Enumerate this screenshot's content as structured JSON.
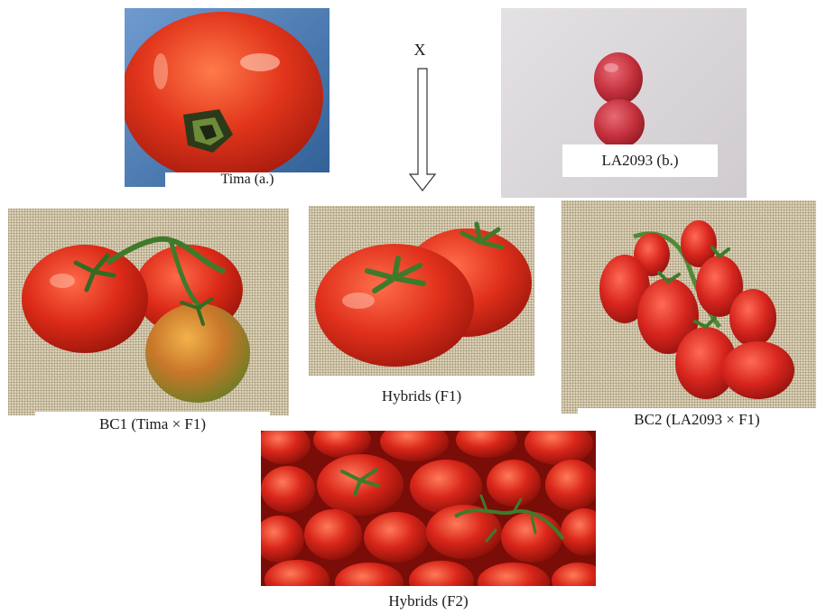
{
  "cross_symbol": "X",
  "panels": {
    "tima": {
      "label": "Tima (a.)"
    },
    "la2093": {
      "label": "LA2093 (b.)"
    },
    "bc1": {
      "label": "BC1 (Tima × F1)"
    },
    "f1": {
      "label": "Hybrids (F1)"
    },
    "bc2": {
      "label": "BC2 (LA2093 × F1)"
    },
    "f2": {
      "label": "Hybrids (F2)"
    }
  },
  "colors": {
    "tomato_red": "#d42a1c",
    "stem_green": "#3f7a2a",
    "sky_blue": "#4d7fb3"
  }
}
